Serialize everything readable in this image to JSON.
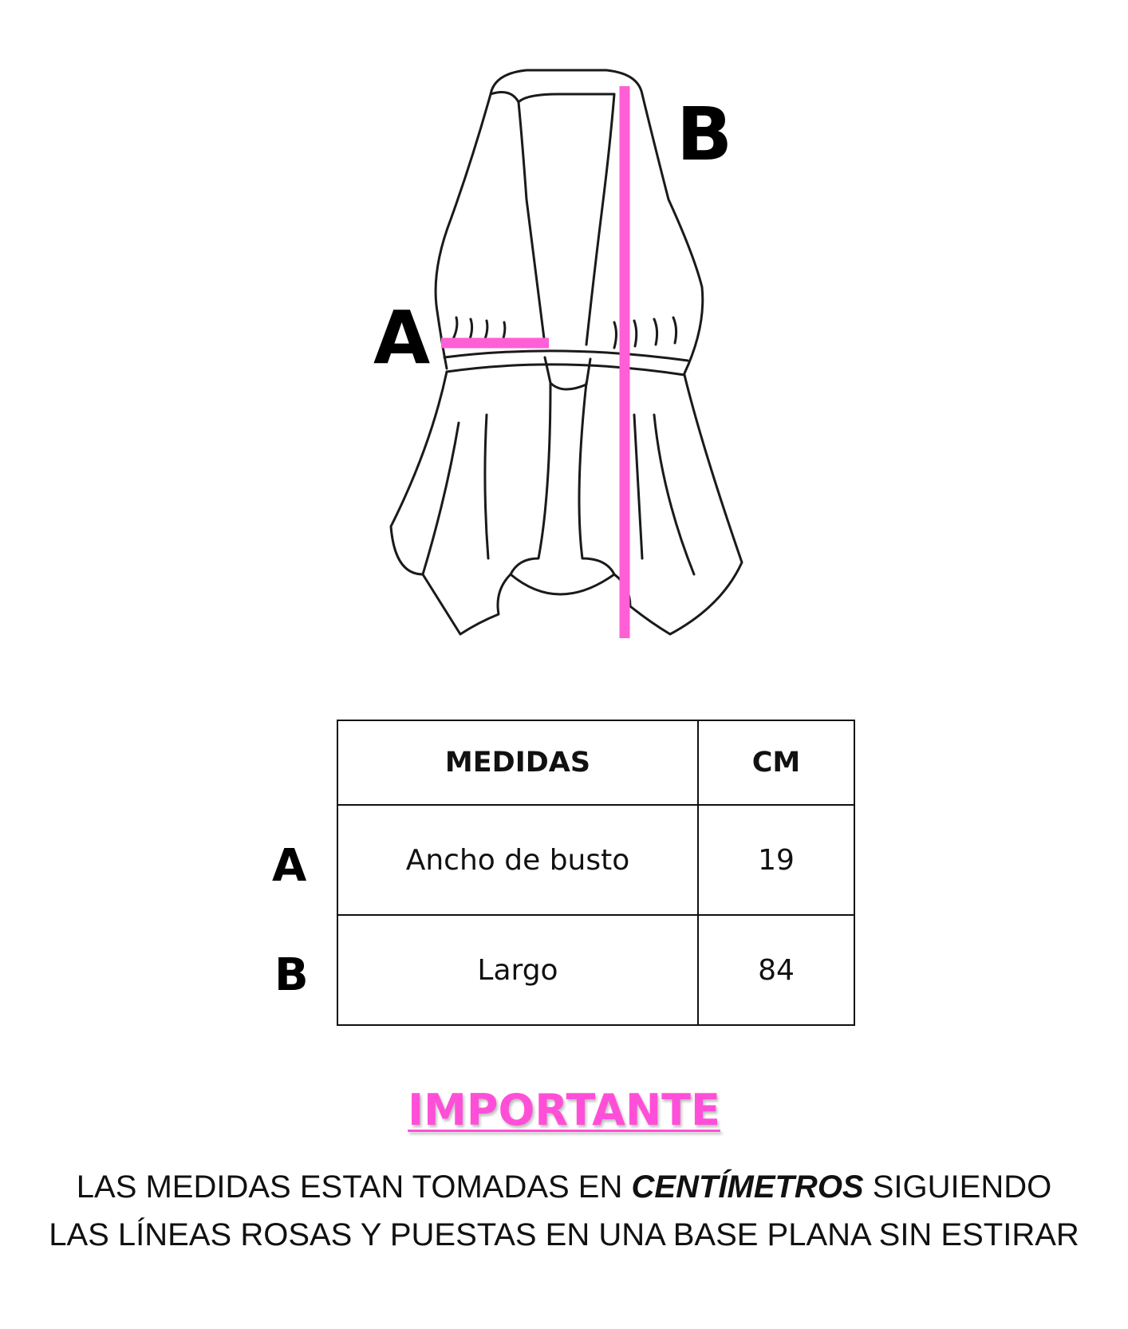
{
  "diagram": {
    "marker_a": "A",
    "marker_b": "B",
    "outline_color": "#1a1a1a",
    "measure_color": "#ff5fd6"
  },
  "table": {
    "headers": [
      "MEDIDAS",
      "CM"
    ],
    "rows": [
      {
        "marker": "A",
        "label": "Ancho de busto",
        "value": "19"
      },
      {
        "marker": "B",
        "label": "Largo",
        "value": "84"
      }
    ]
  },
  "important": {
    "title": "IMPORTANTE",
    "title_color": "#ff4fd8",
    "line1_before": "LAS MEDIDAS ESTAN TOMADAS EN ",
    "line1_emphasis": "CENTÍMETROS",
    "line1_after": " SIGUIENDO",
    "line2": "LAS LÍNEAS ROSAS Y PUESTAS EN UNA BASE PLANA SIN ESTIRAR"
  }
}
